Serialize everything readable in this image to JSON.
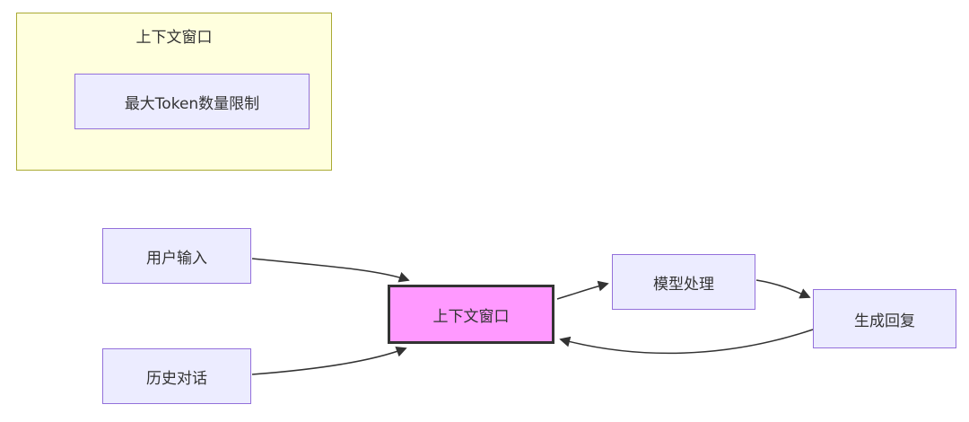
{
  "diagram": {
    "subgraph": {
      "title": "上下文窗口",
      "inner_node": "最大Token数量限制"
    },
    "nodes": {
      "user_input": "用户输入",
      "history_dialog": "历史对话",
      "context_window": "上下文窗口",
      "model_processing": "模型处理",
      "generate_reply": "生成回复"
    },
    "edges": [
      {
        "from": "用户输入",
        "to": "上下文窗口"
      },
      {
        "from": "历史对话",
        "to": "上下文窗口"
      },
      {
        "from": "上下文窗口",
        "to": "模型处理"
      },
      {
        "from": "模型处理",
        "to": "生成回复"
      },
      {
        "from": "生成回复",
        "to": "上下文窗口"
      }
    ],
    "colors": {
      "subgraph_bg": "#FFFFDE",
      "subgraph_border": "#AAAA33",
      "node_bg": "#ECECFF",
      "node_border": "#9370DB",
      "highlight_bg": "#FF99FF",
      "highlight_border": "#333333",
      "edge": "#333333",
      "text": "#333333"
    }
  }
}
